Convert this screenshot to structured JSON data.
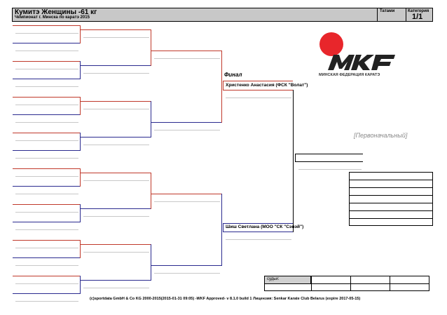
{
  "header": {
    "title": "Кумитэ Женщины -61 кг",
    "subtitle": "Чемпионат г. Минска по каратэ 2015",
    "tatami_label": "Татами",
    "category_label": "Категория",
    "category_value": "1/1"
  },
  "bracket": {
    "final_label": "Финал",
    "finalist_top": "Христенко Анастасия (ФСК \"Волат\")",
    "finalist_bottom": "Шиш Светлана (МОО \"СК \"Сэнэй\")"
  },
  "logo": {
    "brand": "MKF",
    "org_name": "МИНСКАЯ ФЕДЕРАЦИЯ КАРАТЭ",
    "brand_color": "#e8262b"
  },
  "status": "[Первоначальный]",
  "judges": {
    "label": "судьи:"
  },
  "footer": "(c)sportdata GmbH & Co KG 2000-2015(2015-01-31 09:05) -WKF Approved- v 8.1.0 build 1 Лицензия: Senkar Karate Club Belarus (expire 2017-05-15)",
  "colors": {
    "red_corner": "#c0392b",
    "blue_corner": "#2b2b8f",
    "header_bg": "#c8c8c8"
  }
}
